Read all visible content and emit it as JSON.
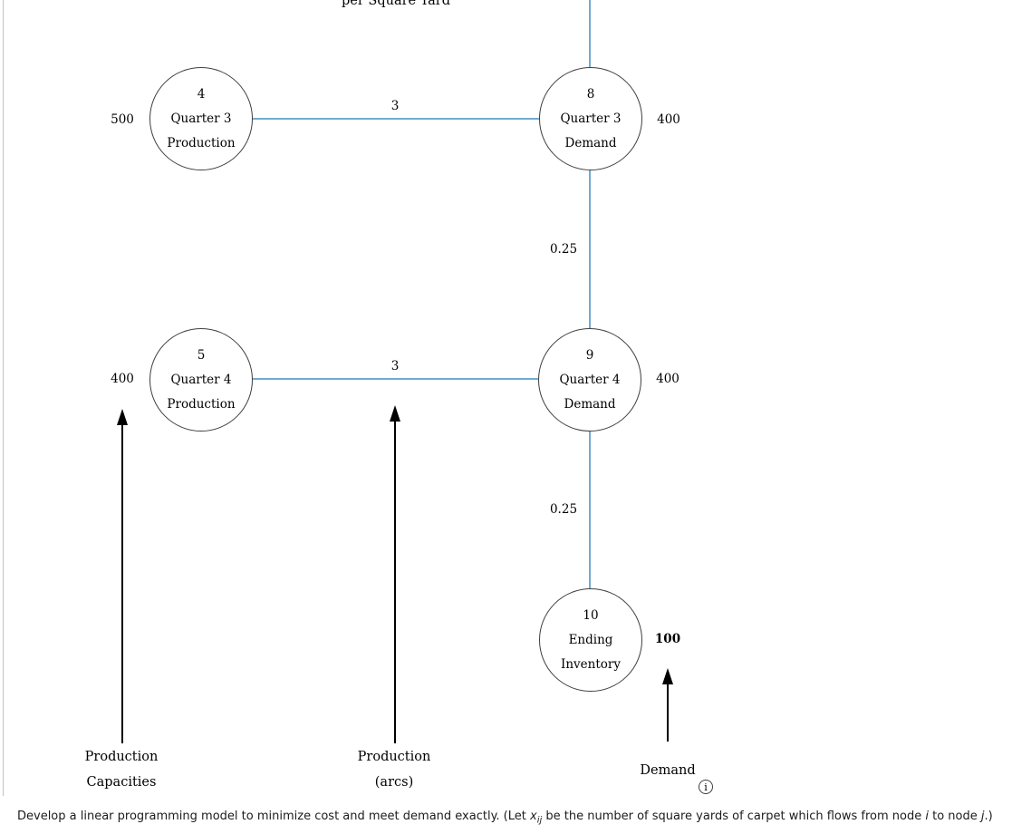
{
  "header": {
    "top_caption": "per Square Yard"
  },
  "colors": {
    "arc_blue": "#70abd0",
    "node_border": "#3f3f3f",
    "left_border": "#c2c2c2",
    "text": "#000000"
  },
  "nodes": [
    {
      "id": "4",
      "line1": "Quarter 3",
      "line2": "Production",
      "side_label": "500",
      "side": "left"
    },
    {
      "id": "8",
      "line1": "Quarter 3",
      "line2": "Demand",
      "side_label": "400",
      "side": "right"
    },
    {
      "id": "5",
      "line1": "Quarter 4",
      "line2": "Production",
      "side_label": "400",
      "side": "left"
    },
    {
      "id": "9",
      "line1": "Quarter 4",
      "line2": "Demand",
      "side_label": "400",
      "side": "right"
    },
    {
      "id": "10",
      "line1": "Ending",
      "line2": "Inventory",
      "side_label": "100",
      "side": "right"
    }
  ],
  "arcs": [
    {
      "from": "4",
      "to": "8",
      "cost": "3"
    },
    {
      "from": "8",
      "to": "9",
      "cost": "0.25"
    },
    {
      "from": "5",
      "to": "9",
      "cost": "3"
    },
    {
      "from": "9",
      "to": "10",
      "cost": "0.25"
    }
  ],
  "legend": {
    "capacities_line1": "Production",
    "capacities_line2": "Capacities",
    "arcs_line1": "Production",
    "arcs_line2": "(arcs)",
    "demand": "Demand"
  },
  "info_icon": {
    "glyph": "i"
  },
  "footer": {
    "part1": "Develop a linear programming model to minimize cost and meet demand exactly. (Let ",
    "var_x": "x",
    "sub_ij": "ij",
    "part2": " be the number of square yards of carpet which flows from node ",
    "var_i": "i",
    "part3": " to node ",
    "var_j": "j",
    "part4": ".)"
  }
}
